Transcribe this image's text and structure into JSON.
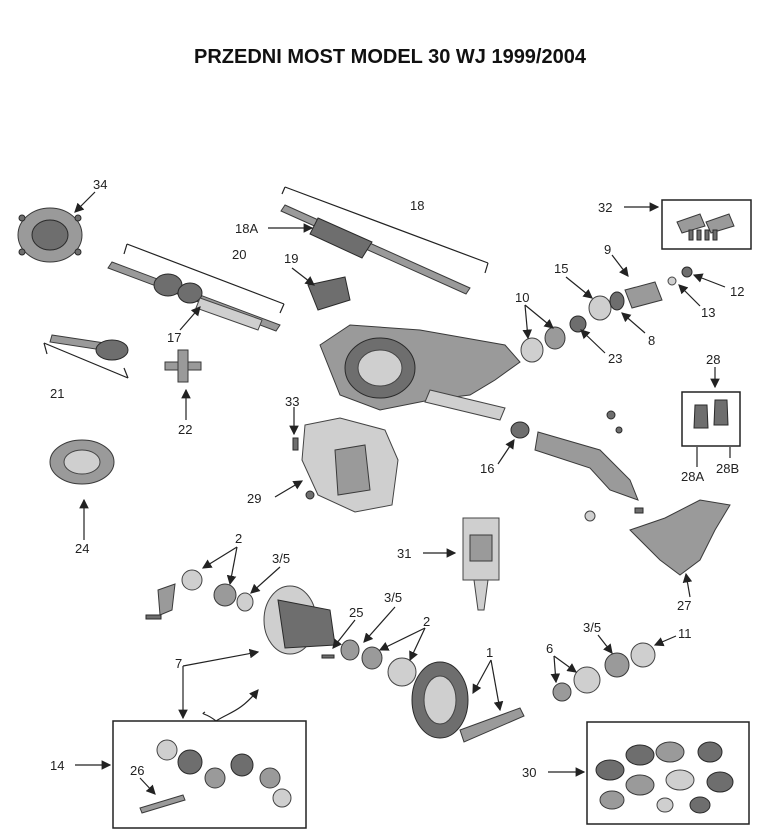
{
  "title": "PRZEDNI MOST MODEL 30 WJ 1999/2004",
  "callouts": [
    {
      "id": "34",
      "label": "34"
    },
    {
      "id": "18",
      "label": "18"
    },
    {
      "id": "18A",
      "label": "18A"
    },
    {
      "id": "32",
      "label": "32"
    },
    {
      "id": "20",
      "label": "20"
    },
    {
      "id": "19",
      "label": "19"
    },
    {
      "id": "9",
      "label": "9"
    },
    {
      "id": "15",
      "label": "15"
    },
    {
      "id": "12",
      "label": "12"
    },
    {
      "id": "10",
      "label": "10"
    },
    {
      "id": "13",
      "label": "13"
    },
    {
      "id": "17",
      "label": "17"
    },
    {
      "id": "8",
      "label": "8"
    },
    {
      "id": "23",
      "label": "23"
    },
    {
      "id": "21",
      "label": "21"
    },
    {
      "id": "28",
      "label": "28"
    },
    {
      "id": "22",
      "label": "22"
    },
    {
      "id": "33",
      "label": "33"
    },
    {
      "id": "16",
      "label": "16"
    },
    {
      "id": "28A",
      "label": "28A"
    },
    {
      "id": "28B",
      "label": "28B"
    },
    {
      "id": "29",
      "label": "29"
    },
    {
      "id": "24",
      "label": "24"
    },
    {
      "id": "2a",
      "label": "2"
    },
    {
      "id": "31",
      "label": "31"
    },
    {
      "id": "35a",
      "label": "3/5"
    },
    {
      "id": "27",
      "label": "27"
    },
    {
      "id": "25",
      "label": "25"
    },
    {
      "id": "35b",
      "label": "3/5"
    },
    {
      "id": "2b",
      "label": "2"
    },
    {
      "id": "35c",
      "label": "3/5"
    },
    {
      "id": "11",
      "label": "11"
    },
    {
      "id": "7",
      "label": "7"
    },
    {
      "id": "6",
      "label": "6"
    },
    {
      "id": "1",
      "label": "1"
    },
    {
      "id": "14",
      "label": "14"
    },
    {
      "id": "26",
      "label": "26"
    },
    {
      "id": "30",
      "label": "30"
    }
  ]
}
